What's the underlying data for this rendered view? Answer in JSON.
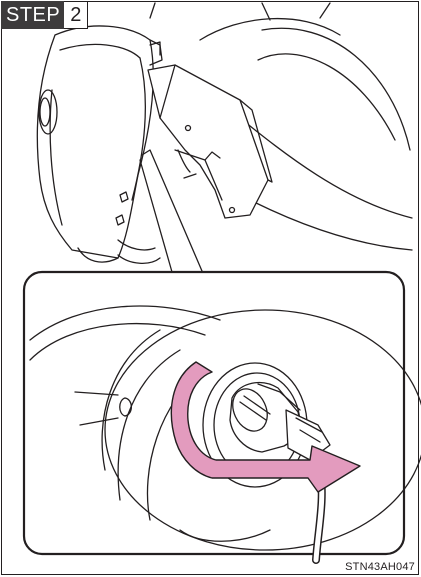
{
  "step": {
    "label": "STEP",
    "number": "2"
  },
  "figure": {
    "code": "STN43AH047"
  },
  "colors": {
    "arrow": "#e39bbe",
    "line": "#231f20",
    "tag_bg": "#3d3b3c"
  },
  "icons": {
    "rotate_remove": "curved-arrow-icon"
  }
}
